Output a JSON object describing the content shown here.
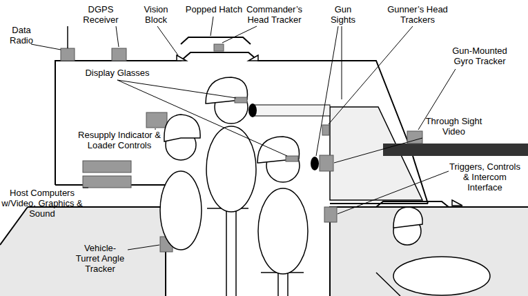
{
  "diagram": {
    "labels": [
      "DGPS Receiver",
      "Vision Block",
      "Popped Hatch",
      "Commander’s Head Tracker",
      "Gun Sights",
      "Gunner’s Head Trackers",
      "Data Radio",
      "Gun-Mounted Gyro Tracker",
      "Display Glasses",
      "Resupply Indicator & Loader Controls",
      "Through Sight Video",
      "Triggers, Controls & Intercom Interface",
      "Host Computers w/Video, Graphics & Sound",
      "Vehicle-Turret Angle Tracker"
    ]
  }
}
